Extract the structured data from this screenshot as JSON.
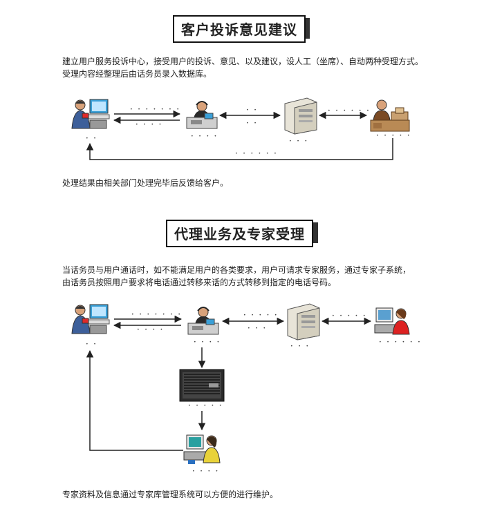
{
  "section1": {
    "title": "客户投诉意见建议",
    "intro_line1": "建立用户服务投诉中心，接受用户的投诉、意见、以及建议，设人工（坐席）、自动两种受理方式。",
    "intro_line2": "受理内容经整理后由话务员录入数据库。",
    "outro": "处理结果由相关部门处理完毕后反馈给客户。"
  },
  "section2": {
    "title": "代理业务及专家受理",
    "intro_line1": "当话务员与用户通话时，如不能满足用户的各类要求，用户可请求专家服务，通过专家子系统，",
    "intro_line2": "由话务员按照用户要求将电话通过转移来话的方式转移到指定的电话号码。",
    "outro": "专家资料及信息通过专家库管理系统可以方便的进行维护。"
  },
  "icons": {
    "user": "user-phone-icon",
    "operator": "operator-headset-icon",
    "server": "server-tower-icon",
    "department": "department-desk-icon",
    "switch": "switch-rack-icon",
    "expert": "expert-workstation-icon"
  },
  "colors": {
    "line": "#222222",
    "shadow": "#333333"
  }
}
